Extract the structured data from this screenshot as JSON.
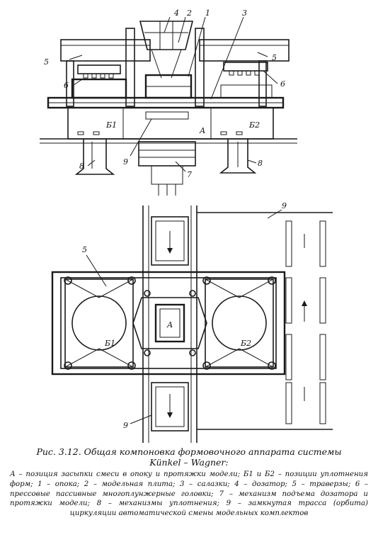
{
  "figure": {
    "labels": {
      "n1": "1",
      "n2": "2",
      "n3": "3",
      "n4": "4",
      "n5": "5",
      "n6": "6",
      "n7": "7",
      "n8": "8",
      "n9": "9",
      "A": "А",
      "B1": "Б1",
      "B2": "Б2"
    }
  },
  "caption": {
    "title_line1": "Рис. 3.12. Общая компоновка формовочного аппарата системы",
    "title_line2": "Künkel – Wagner:",
    "body": "А – позиция засыпки смеси в опоку и протяжки модели; Б1 и Б2 – позиции уплотнения форм; 1 – опока; 2 – модельная плита; 3 – салазки; 4 – дозатор; 5 – траверзы; 6 – прессовые пассивные многоплунжерные головки; 7 – механизм подъема дозатора и протяжки модели; 8 – механизмы уплотнения; 9 – замкнутая трасса (орбита) циркуляции автоматической смены модельных комплектов"
  }
}
